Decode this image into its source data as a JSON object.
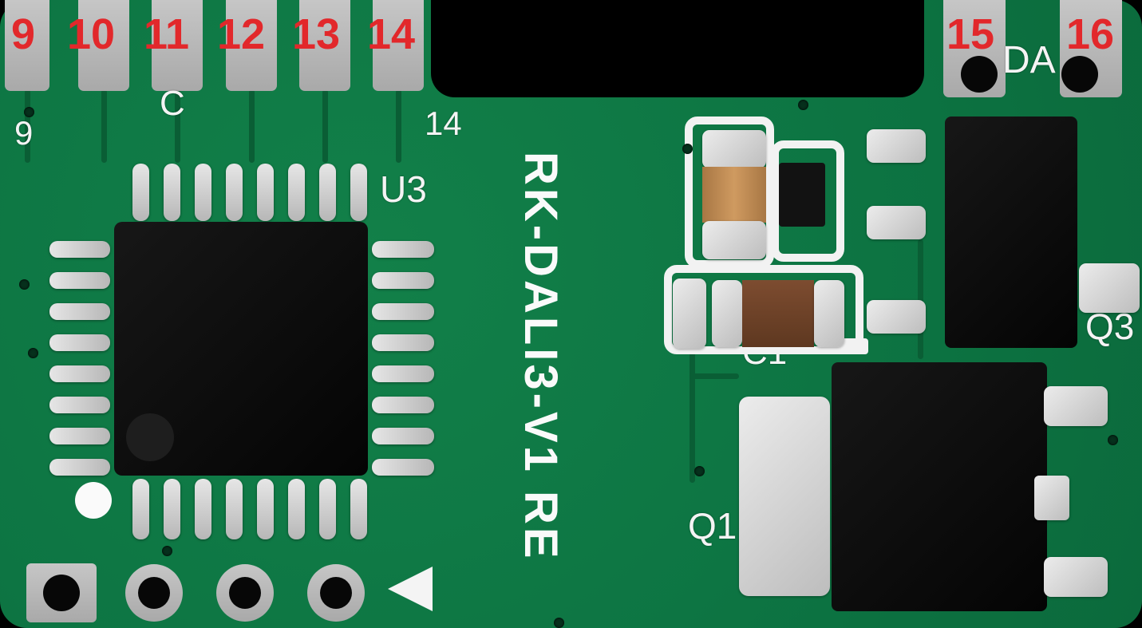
{
  "pcb": {
    "top_left_pad_numbers": [
      "9",
      "10",
      "11",
      "12",
      "13",
      "14"
    ],
    "top_right_pad_numbers": [
      "15",
      "16"
    ],
    "silkscreen": {
      "model": "RK-DALI3-V1 RE",
      "da": "DA",
      "c": "C",
      "pin9": "9",
      "pin14": "14",
      "u3": "U3",
      "c1": "C1",
      "q1": "Q1",
      "q3": "Q3"
    },
    "colors": {
      "background": "#000000",
      "board_green": "#0d7543",
      "trace_dark_green": "#0a5e35",
      "pad_gray": "#b8b8b8",
      "pin_silver": "#d2d2d2",
      "chip_black": "#0d0d0d",
      "annotation_red": "#e2282b",
      "silkscreen_white": "#f4f4f4",
      "capacitor_tan": "#bf8a55",
      "capacitor_brown": "#6d4127"
    }
  }
}
